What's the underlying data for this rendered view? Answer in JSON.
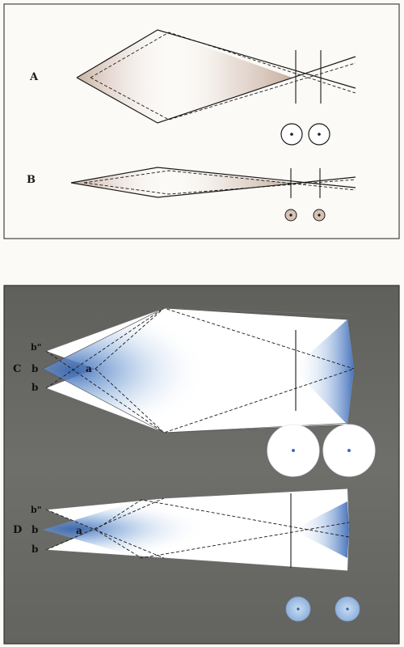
{
  "figures": {
    "A": {
      "label": "A"
    },
    "B": {
      "label": "B"
    },
    "C": {
      "label": "C",
      "rays": [
        "b\"",
        "b",
        "b",
        "a"
      ]
    },
    "D": {
      "label": "D",
      "rays": [
        "b\"",
        "b",
        "b",
        "a"
      ]
    }
  },
  "colors": {
    "page": "#fbfaf7",
    "frame": "#444444",
    "dark_panel": "#6a6a66",
    "ink": "#1a1a1a",
    "warm_tint": "#b89a88",
    "blue_tint": "#4b78c0",
    "disc_blue": "#9fc0e6"
  }
}
